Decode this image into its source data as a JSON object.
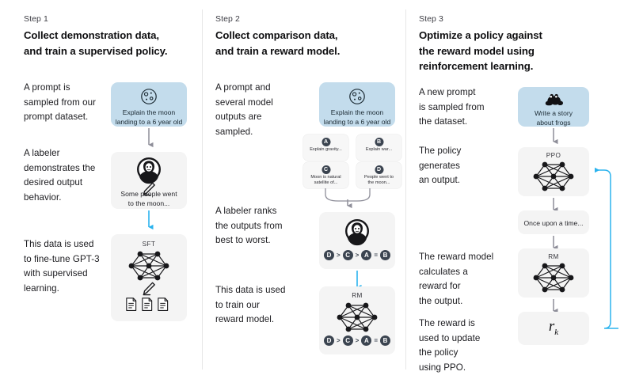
{
  "diagram": {
    "title_icons": {
      "moon": "moon-icon",
      "frog": "frog-icon",
      "labeler": "labeler-person-icon",
      "pencil": "pencil-icon",
      "document": "document-icon",
      "network": "neural-network-icon"
    },
    "colors": {
      "prompt_box": "#c3dcec",
      "card": "#f4f4f4",
      "gray_arrow": "#8e8e99",
      "blue_arrow": "#2bb3ee",
      "badge": "#3b4450",
      "divider": "#e6e6e6"
    }
  },
  "steps": [
    {
      "label": "Step 1",
      "title_lines": [
        "Collect demonstration data,",
        "and train a supervised policy."
      ],
      "paragraphs": [
        [
          "A prompt is",
          "sampled from our",
          "prompt dataset."
        ],
        [
          "A labeler",
          "demonstrates the",
          "desired output",
          "behavior."
        ],
        [
          "This data is used",
          "to fine-tune GPT-3",
          "with supervised",
          "learning."
        ]
      ],
      "prompt_card": {
        "icon": "moon-icon",
        "text_lines": [
          "Explain the moon",
          "landing to a 6 year old"
        ]
      },
      "labeler_card": {
        "icon": "labeler-person-icon",
        "text_lines": [
          "Some people went",
          "to the moon..."
        ]
      },
      "model_card": {
        "label": "SFT",
        "icon": "neural-network-icon"
      }
    },
    {
      "label": "Step 2",
      "title_lines": [
        "Collect comparison data,",
        "and train a reward model."
      ],
      "paragraphs": [
        [
          "A prompt and",
          "several model",
          "outputs are",
          "sampled."
        ],
        [
          "A labeler ranks",
          "the outputs from",
          "best to worst."
        ],
        [
          "This data is used",
          "to train our",
          "reward model."
        ]
      ],
      "prompt_card": {
        "icon": "moon-icon",
        "text_lines": [
          "Explain the moon",
          "landing to a 6 year old"
        ]
      },
      "outputs": [
        {
          "badge": "A",
          "text_lines": [
            "Explain gravity..."
          ]
        },
        {
          "badge": "B",
          "text_lines": [
            "Explain war..."
          ]
        },
        {
          "badge": "C",
          "text_lines": [
            "Moon is natural",
            "satellite of..."
          ]
        },
        {
          "badge": "D",
          "text_lines": [
            "People went to",
            "the moon..."
          ]
        }
      ],
      "ranking": [
        "D",
        ">",
        "C",
        ">",
        "A",
        "=",
        "B"
      ],
      "labeler_card": {
        "icon": "labeler-person-icon"
      },
      "model_card": {
        "label": "RM",
        "icon": "neural-network-icon"
      }
    },
    {
      "label": "Step 3",
      "title_lines": [
        "Optimize a policy against",
        "the reward model using",
        "reinforcement learning."
      ],
      "paragraphs": [
        [
          "A new prompt",
          "is sampled from",
          "the dataset."
        ],
        [
          "The policy",
          "generates",
          "an output."
        ],
        [
          "The reward model",
          "calculates a",
          "reward for",
          "the output."
        ],
        [
          "The reward is",
          "used to update",
          "the policy",
          "using PPO."
        ]
      ],
      "prompt_card": {
        "icon": "frog-icon",
        "text_lines": [
          "Write a story",
          "about frogs"
        ]
      },
      "policy_card": {
        "label": "PPO",
        "icon": "neural-network-icon"
      },
      "output_card": {
        "text_lines": [
          "Once upon a time..."
        ]
      },
      "reward_card": {
        "label": "RM",
        "icon": "neural-network-icon"
      },
      "reward_value": {
        "symbol": "r",
        "subscript": "k"
      }
    }
  ]
}
